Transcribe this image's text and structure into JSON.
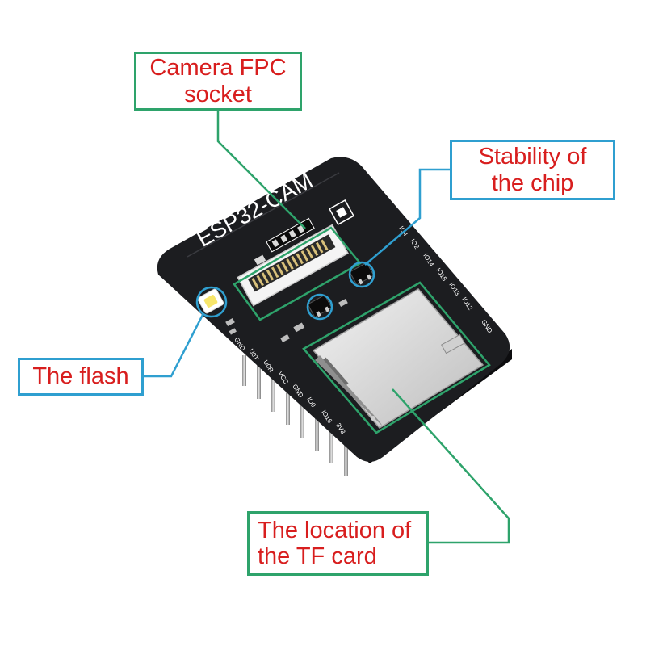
{
  "colors": {
    "label_text": "#d81e1e",
    "green_frame": "#2ea36b",
    "blue_frame": "#2f9fd0",
    "board": "#1c1d20",
    "silkscreen": "#ffffff"
  },
  "board": {
    "model_label": "ESP32-CAM",
    "pin_labels_top": [
      "GND",
      "IO12",
      "IO13",
      "IO15",
      "IO14",
      "IO2",
      "IO4"
    ],
    "pin_labels_bottom": [
      "GND",
      "U0T",
      "U0R",
      "VCC",
      "GND",
      "IO0",
      "IO16",
      "3V3"
    ]
  },
  "callouts": {
    "camera_socket": {
      "line1": "Camera FPC",
      "line2": "socket"
    },
    "chip_stability": {
      "line1": "Stability of",
      "line2": "the chip"
    },
    "flash": {
      "line1": "The flash"
    },
    "tf_card": {
      "line1": "The location of",
      "line2": "the TF card"
    }
  }
}
